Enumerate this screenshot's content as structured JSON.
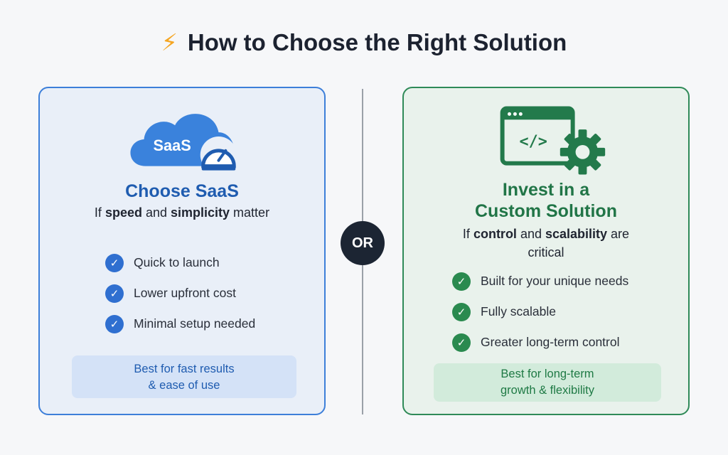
{
  "title": {
    "icon": "lightning-bolt-icon",
    "text": "How to Choose the Right Solution"
  },
  "divider_label": "OR",
  "saas": {
    "icon_label": "SaaS",
    "heading": "Choose SaaS",
    "subtitle": {
      "pre": "If ",
      "b1": "speed",
      "mid": " and ",
      "b2": "simplicity",
      "post": " matter"
    },
    "items": [
      "Quick to launch",
      "Lower upfront cost",
      "Minimal setup needed"
    ],
    "note": [
      "Best for fast results",
      "& ease of use"
    ]
  },
  "custom": {
    "heading": [
      "Invest in a",
      "Custom Solution"
    ],
    "subtitle": {
      "pre": "If ",
      "b1": "control",
      "mid": " and ",
      "b2": "scalability",
      "post": " are critical"
    },
    "items": [
      "Built for your unique needs",
      "Fully scalable",
      "Greater long-term control"
    ],
    "note": [
      "Best for long-term",
      "growth & flexibility"
    ]
  },
  "colors": {
    "blue": "#1f5cb0",
    "green": "#217547",
    "dark": "#1c2533",
    "bolt": "#f5a623"
  }
}
